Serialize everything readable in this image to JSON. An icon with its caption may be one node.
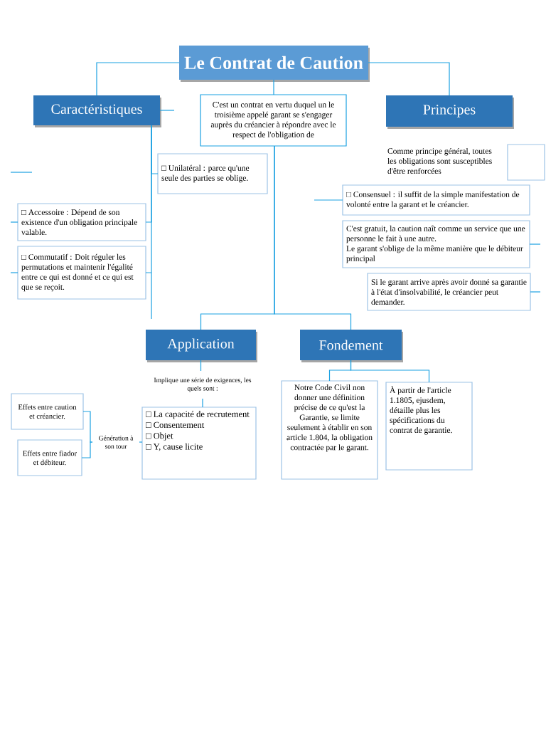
{
  "diagram": {
    "nodes": [
      {
        "text": [
          "Le Contrat de Caution"
        ]
      },
      {
        "text": [
          "Caractéristiques"
        ]
      },
      {
        "text": [
          "C'est un contrat en vertu duquel un le troisième appelé garant se s'engager auprès du créancier à répondre avec le respect de l'obligation de"
        ]
      },
      {
        "text": [
          "Principes"
        ]
      },
      {
        "text": [
          "□ Unilatéral : parce qu'une seule des parties se oblige."
        ]
      },
      {
        "text": [
          "Comme principe général, toutes les obligations sont susceptibles d'être renforcées"
        ]
      },
      {
        "text": [],
        "shape": "box"
      },
      {
        "text": [
          "□ Consensuel : il suffit de la simple manifestation de volonté entre la garant et le créancier."
        ]
      },
      {
        "text": [
          "C'est gratuit, la caution naît comme un service que une personne le fait à une autre.",
          "Le garant s'oblige de la même manière que le débiteur principal"
        ]
      },
      {
        "text": [
          "□ Accessoire : Dépend de son existence d'un obligation principale valable."
        ]
      },
      {
        "text": [
          "□ Commutatif : Doit réguler les permutations et maintenir l'égalité entre ce qui est donné et ce qui est que se reçoit."
        ]
      },
      {
        "text": [
          "Si le garant arrive après avoir donné sa garantie à l'état d'insolvabilité, le créancier peut demander."
        ]
      },
      {
        "text": [
          "Application"
        ]
      },
      {
        "text": [
          "Fondement"
        ]
      },
      {
        "text": [
          "Implique une série de exigences, les quels sont :"
        ]
      },
      {
        "text": [
          "□ La capacité de recrutement",
          "□ Consentement",
          "□ Objet",
          "□ Y, cause licite"
        ]
      },
      {
        "text": [
          "Effets entre caution et créancier."
        ]
      },
      {
        "text": [
          "Effets entre fiador et débiteur."
        ]
      },
      {
        "text": [
          "Génération à son tour"
        ]
      },
      {
        "text": [
          "Notre Code Civil non donner une définition précise de ce qu'est la Garantie, se limite seulement à établir en son article 1.804, la obligation contractée par le garant."
        ]
      },
      {
        "text": [
          "À partir de l'article 1.1805, ejusdem, détaille plus les spécifications du contrat de garantie."
        ]
      }
    ],
    "edges": [
      {
        "from": 0,
        "to": 1,
        "arrow": "none"
      },
      {
        "from": 0,
        "to": 3,
        "arrow": "none"
      },
      {
        "from": 0,
        "to": 2,
        "arrow": "none"
      },
      {
        "from": 1,
        "to": null,
        "arrow": "none"
      },
      {
        "from": 1,
        "to": 4,
        "arrow": "none"
      },
      {
        "from": 1,
        "to": 9,
        "arrow": "none"
      },
      {
        "from": 1,
        "to": 10,
        "arrow": "none"
      },
      {
        "from": 2,
        "to": 12,
        "arrow": "none"
      },
      {
        "from": 2,
        "to": 13,
        "arrow": "none"
      },
      {
        "from": null,
        "to": 7,
        "arrow": "none"
      },
      {
        "from": 8,
        "to": null,
        "arrow": "none"
      },
      {
        "from": 11,
        "to": null,
        "arrow": "none"
      },
      {
        "from": null,
        "to": 9,
        "arrow": "none"
      },
      {
        "from": null,
        "to": 10,
        "arrow": "none"
      },
      {
        "from": 12,
        "to": 14,
        "arrow": "none"
      },
      {
        "from": 14,
        "to": 15,
        "arrow": "none"
      },
      {
        "from": 16,
        "to": 18,
        "arrow": "none"
      },
      {
        "from": 17,
        "to": 18,
        "arrow": "none"
      },
      {
        "from": 18,
        "to": 15,
        "arrow": "none"
      },
      {
        "from": 13,
        "to": 19,
        "arrow": "none"
      },
      {
        "from": 13,
        "to": 20,
        "arrow": "none"
      }
    ]
  }
}
